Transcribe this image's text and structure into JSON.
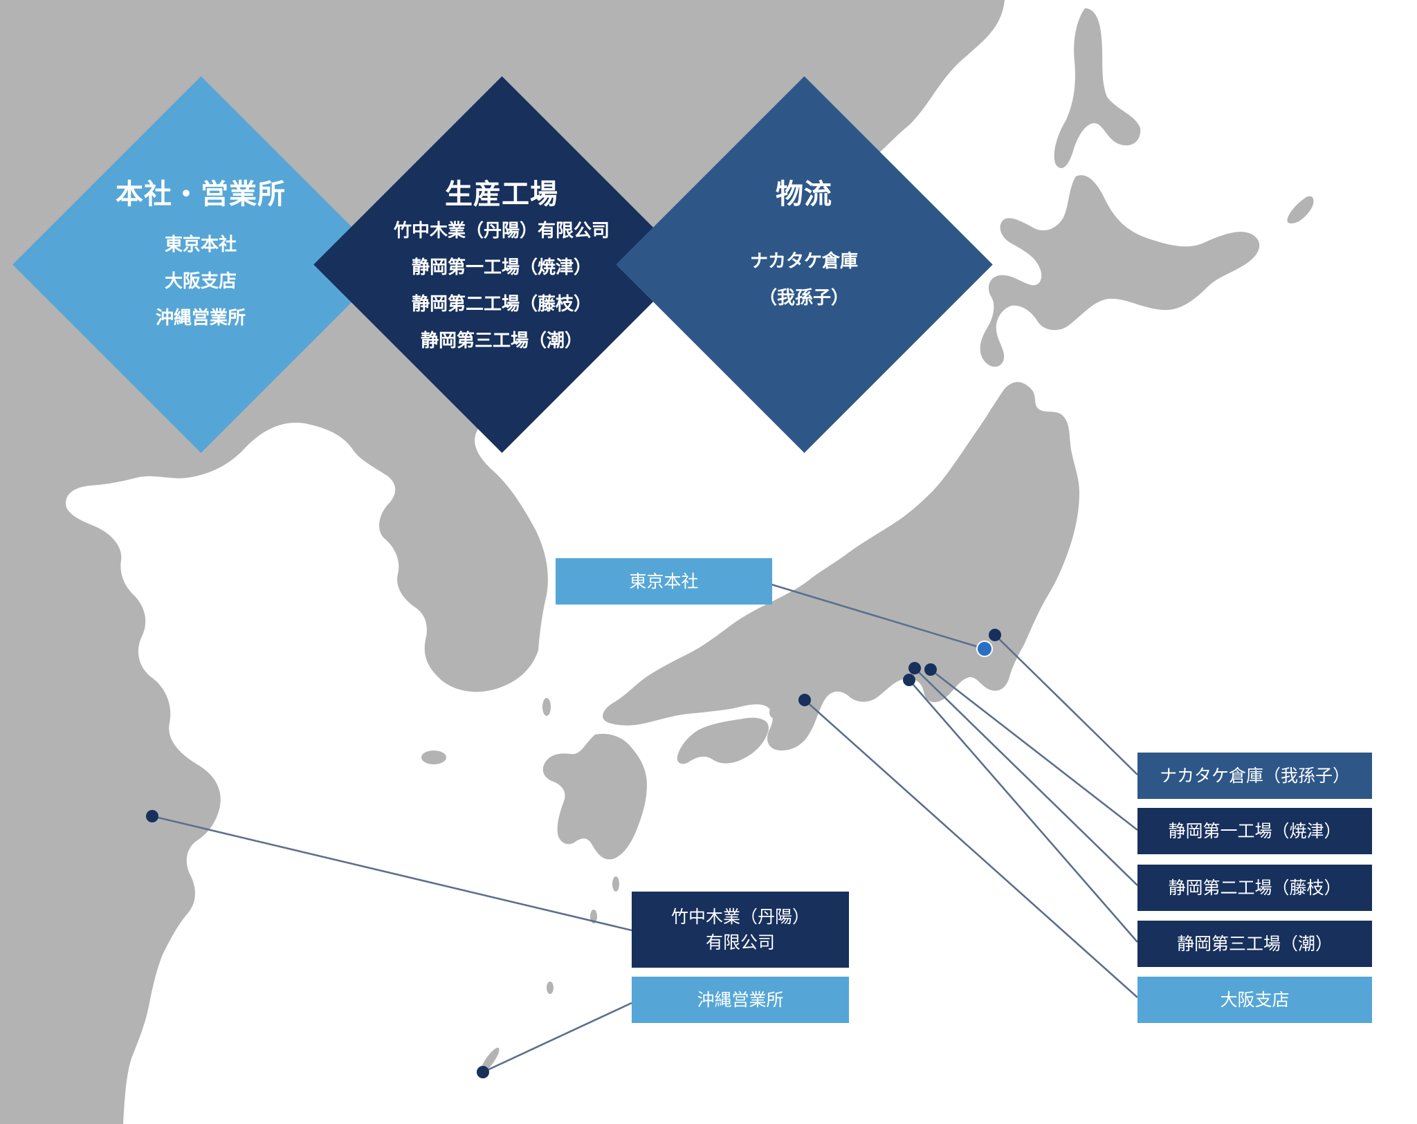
{
  "colors": {
    "land": "#b3b3b3",
    "sea": "#ffffff",
    "light_blue": "#55a6d6",
    "navy": "#17305c",
    "mid_blue": "#2e5788",
    "leader_line": "#5a6f8d",
    "highlight_marker": "#2a6fc4"
  },
  "categories": [
    {
      "title": "本社・営業所",
      "items": [
        "東京本社",
        "大阪支店",
        "沖縄営業所"
      ]
    },
    {
      "title": "生産工場",
      "items": [
        "竹中木業（丹陽）有限公司",
        "静岡第一工場（焼津）",
        "静岡第二工場（藤枝）",
        "静岡第三工場（潮）"
      ]
    },
    {
      "title": "物流",
      "items": [
        "ナカタケ倉庫",
        "（我孫子）"
      ]
    }
  ],
  "locations": [
    {
      "lines": [
        "東京本社"
      ],
      "marker": "highlight"
    },
    {
      "lines": [
        "ナカタケ倉庫（我孫子）"
      ],
      "marker": "dark"
    },
    {
      "lines": [
        "静岡第一工場（焼津）"
      ],
      "marker": "dark"
    },
    {
      "lines": [
        "静岡第二工場（藤枝）"
      ],
      "marker": "dark"
    },
    {
      "lines": [
        "静岡第三工場（潮）"
      ],
      "marker": "dark"
    },
    {
      "lines": [
        "大阪支店"
      ],
      "marker": "dark"
    },
    {
      "lines": [
        "竹中木業（丹陽）",
        "有限公司"
      ],
      "marker": "dark"
    },
    {
      "lines": [
        "沖縄営業所"
      ],
      "marker": "dark"
    }
  ]
}
